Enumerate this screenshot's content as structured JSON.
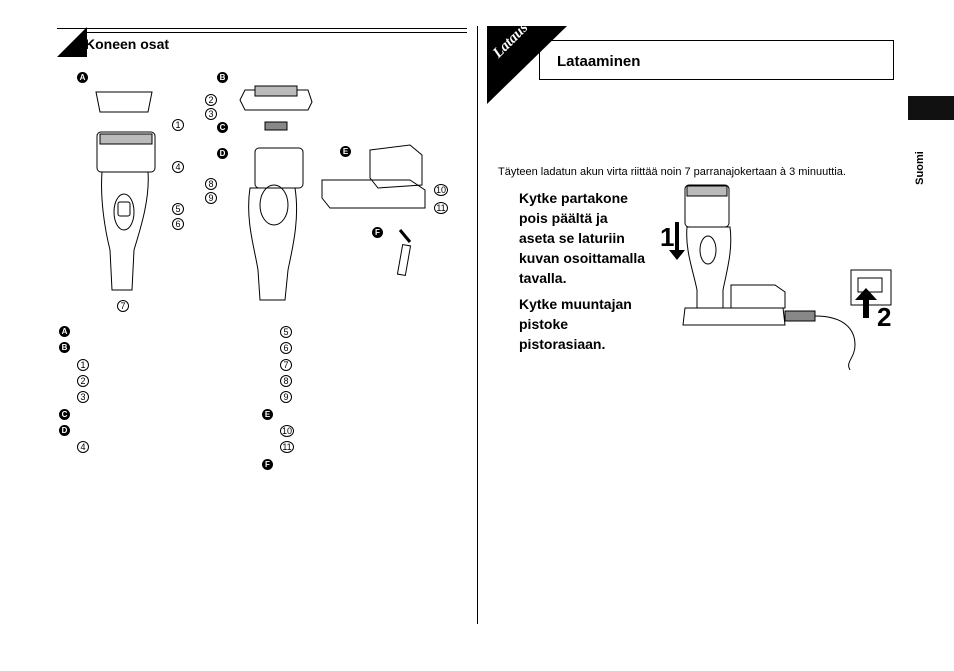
{
  "left": {
    "section_title": "Koneen osat",
    "part_letters": [
      "A",
      "B",
      "C",
      "D",
      "E",
      "F"
    ],
    "part_numbers": [
      "1",
      "2",
      "3",
      "4",
      "5",
      "6",
      "7",
      "8",
      "9",
      "10",
      "11"
    ],
    "legend": [
      {
        "type": "letter",
        "label": "A"
      },
      {
        "type": "letter",
        "label": "B"
      },
      {
        "type": "num",
        "label": "1"
      },
      {
        "type": "num",
        "label": "2"
      },
      {
        "type": "num",
        "label": "3"
      },
      {
        "type": "letter",
        "label": "C"
      },
      {
        "type": "letter",
        "label": "D"
      },
      {
        "type": "num",
        "label": "4"
      }
    ],
    "legend_right": [
      {
        "type": "num",
        "label": "5"
      },
      {
        "type": "num",
        "label": "6"
      },
      {
        "type": "num",
        "label": "7"
      },
      {
        "type": "num",
        "label": "8"
      },
      {
        "type": "num",
        "label": "9"
      },
      {
        "type": "letter",
        "label": "E"
      },
      {
        "type": "num",
        "label": "10"
      },
      {
        "type": "num",
        "label": "11"
      },
      {
        "type": "letter",
        "label": "F"
      }
    ]
  },
  "right": {
    "corner_label": "Lataus",
    "section_title": "Lataaminen",
    "side_tab": "Suomi",
    "intro": "Täyteen ladatun akun virta riittää noin 7 parranajokertaan à 3 minuuttia.",
    "step1": [
      "Kytke partakone",
      "pois päältä ja",
      "aseta se laturiin",
      "kuvan osoittamalla",
      "tavalla."
    ],
    "step2": [
      "Kytke muuntajan",
      "pistoke",
      "pistorasiaan."
    ],
    "marker1": "1",
    "marker2": "2"
  }
}
